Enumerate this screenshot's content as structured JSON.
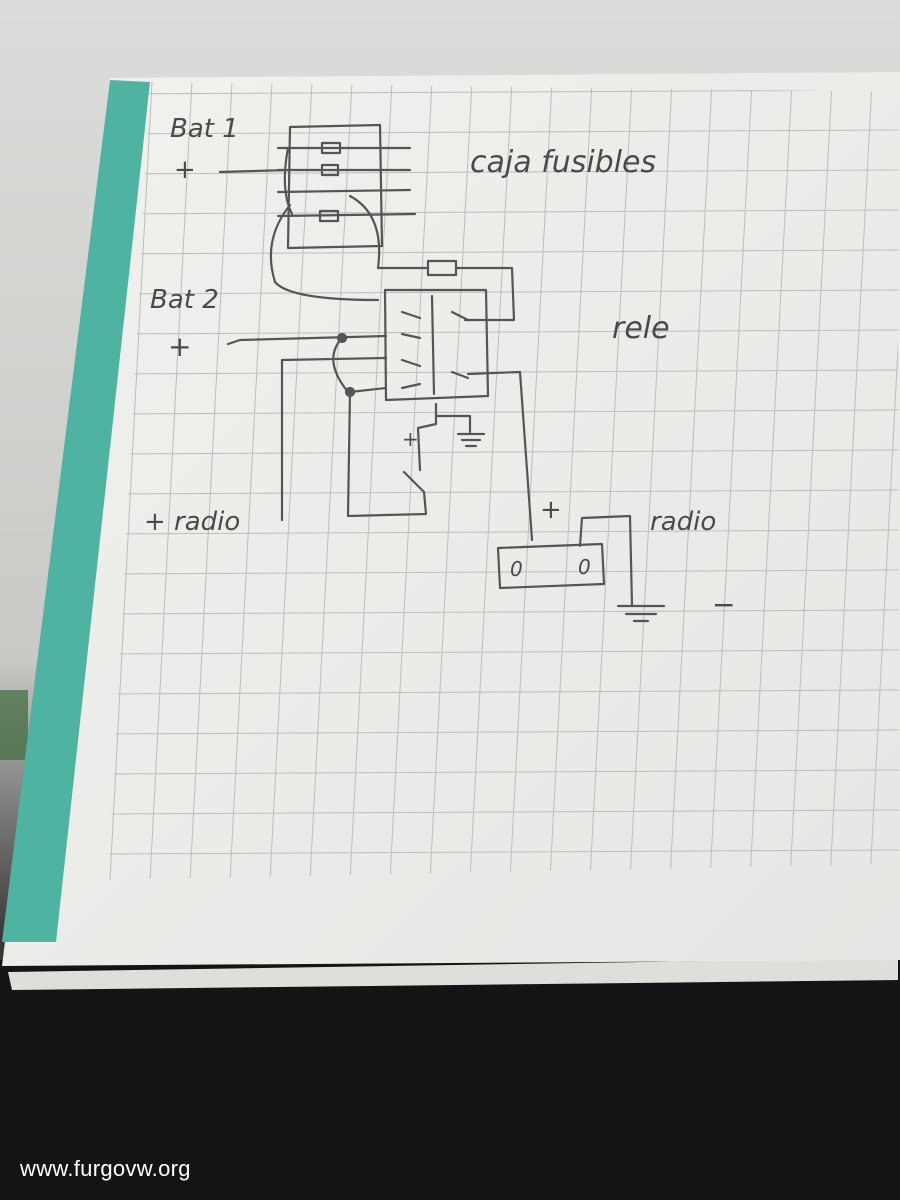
{
  "labels": {
    "bat1": "Bat 1",
    "bat1_plus": "+",
    "fuse_box": "caja fusibles",
    "bat2": "Bat 2",
    "bat2_plus": "+",
    "relay": "rele",
    "radio_plus": "+ radio",
    "radio_conn_plus": "+",
    "radio_right": "radio",
    "radio_minus": "−",
    "switch_plus": "+",
    "terminal_a": "0",
    "terminal_b": "0"
  },
  "watermark": "www.furgovw.org",
  "colors": {
    "paper": "#ededea",
    "grid": "#b9bec0",
    "pencil": "#555555",
    "spine": "#4fb3a1",
    "background_top": "#d8d8d6",
    "background_bottom": "#151515"
  }
}
